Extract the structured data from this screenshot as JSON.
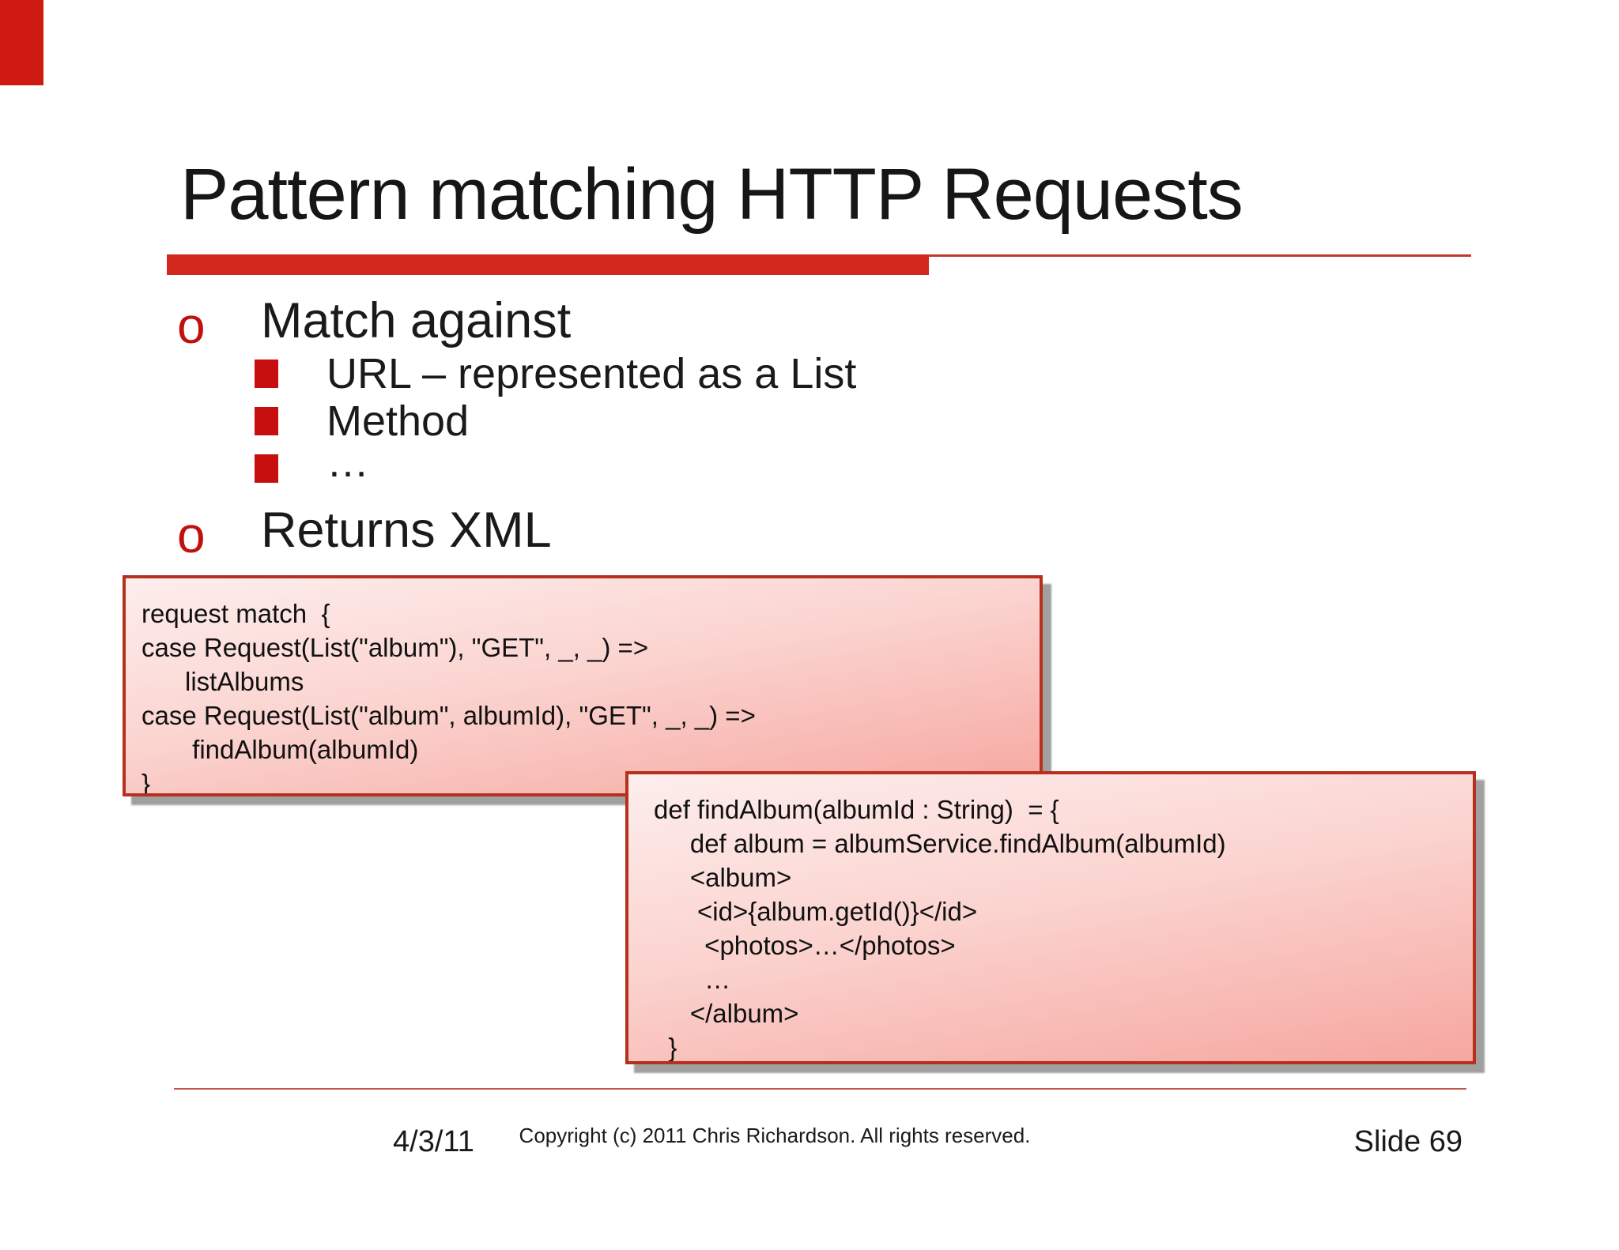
{
  "slide": {
    "title": "Pattern matching HTTP Requests"
  },
  "bullets": {
    "level1_marker": "o",
    "items": [
      {
        "level": 1,
        "text": "Match against"
      },
      {
        "level": 2,
        "text": "URL – represented as a List"
      },
      {
        "level": 2,
        "text": "Method"
      },
      {
        "level": 2,
        "text": "…"
      },
      {
        "level": 1,
        "text": "Returns XML"
      }
    ]
  },
  "code_box_request_match": {
    "lines": [
      "request match  {",
      "case Request(List(\"album\"), \"GET\", _, _) =>",
      "      listAlbums",
      "case Request(List(\"album\", albumId), \"GET\", _, _) =>",
      "       findAlbum(albumId)",
      "}"
    ]
  },
  "code_box_find_album": {
    "lines": [
      "def findAlbum(albumId : String)  = {",
      "     def album = albumService.findAlbum(albumId)",
      "     <album>",
      "      <id>{album.getId()}</id>",
      "       <photos>…</photos>",
      "       …",
      "     </album>",
      "  }"
    ]
  },
  "footer": {
    "date": "4/3/11",
    "copyright": "Copyright (c)  2011 Chris Richardson. All rights reserved.",
    "slide_number": "Slide 69"
  },
  "colors": {
    "accent_bar": "#d3291c",
    "accent_line": "#c0392b",
    "bullet_red": "#c2100f",
    "square_bullet_red": "#c60f0e",
    "code_box_border": "#b5301d",
    "code_box_gradient_top": "#fdeeed",
    "code_box_gradient_bottom": "#f6a7a0",
    "footer_line": "#c1564d",
    "corner_mark": "#ce1a10"
  }
}
